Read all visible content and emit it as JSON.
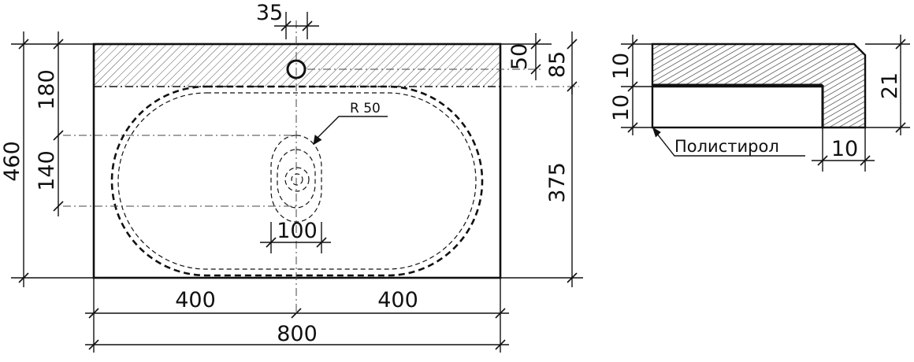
{
  "dimensions": {
    "top_hole_spacing": "35",
    "total_depth": "460",
    "rear_shelf": "180",
    "drain_offset": "140",
    "hole_from_back": "50",
    "shelf_depth": "85",
    "bowl_depth": "375",
    "drain_width": "100",
    "left_half": "400",
    "right_half": "400",
    "total_width": "800",
    "top_thickness": "10",
    "bottom_thickness": "10",
    "total_height": "21",
    "wall_thickness": "10"
  },
  "labels": {
    "radius": "R 50",
    "material": "Полистирол"
  }
}
